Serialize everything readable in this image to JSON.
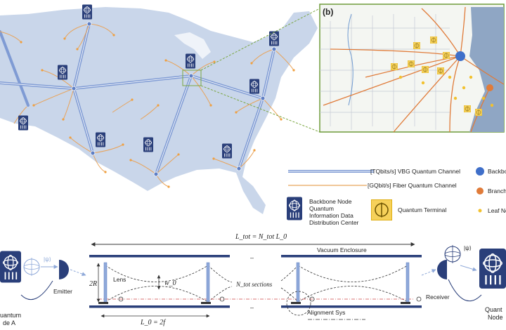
{
  "panel_b": {
    "label": "(b)"
  },
  "legend": {
    "vbg_channel": "[TQbits/s] VBG Quantum Channel",
    "fiber_channel": "[GQbit/s] Fiber Quantum Channel",
    "backbone_node_line1": "Backbone Node",
    "backbone_node_line2": "Quantum",
    "backbone_node_line3": "Information Data",
    "backbone_node_line4": "Distribution Center",
    "quantum_terminal": "Quantum Terminal",
    "backbone": "Backbone",
    "branch_node": "Branch N",
    "leaf_node": "Leaf Node",
    "colors": {
      "backbone": "#3f6fc9",
      "branch": "#e07b39",
      "leaf": "#f2c12e",
      "vbg": "#6f8fd0",
      "fiber": "#e8a35a"
    }
  },
  "setup": {
    "l_tot": "L_tot = N_tot L_0",
    "vacuum_enclosure": "Vacuum Enclosure",
    "lens": "Lens",
    "two_r": "2R",
    "w0": "w_0",
    "n_tot_sections": "N_tot sections",
    "l0_eq": "L_0 = 2f",
    "alignment": "Alignment Sys",
    "emitter": "Emitter",
    "receiver": "Receiver",
    "psi": "|ψ⟩",
    "node_a_line1": "uantum",
    "node_a_line2": "de A",
    "node_b_line1": "Quant",
    "node_b_line2": "Node"
  }
}
